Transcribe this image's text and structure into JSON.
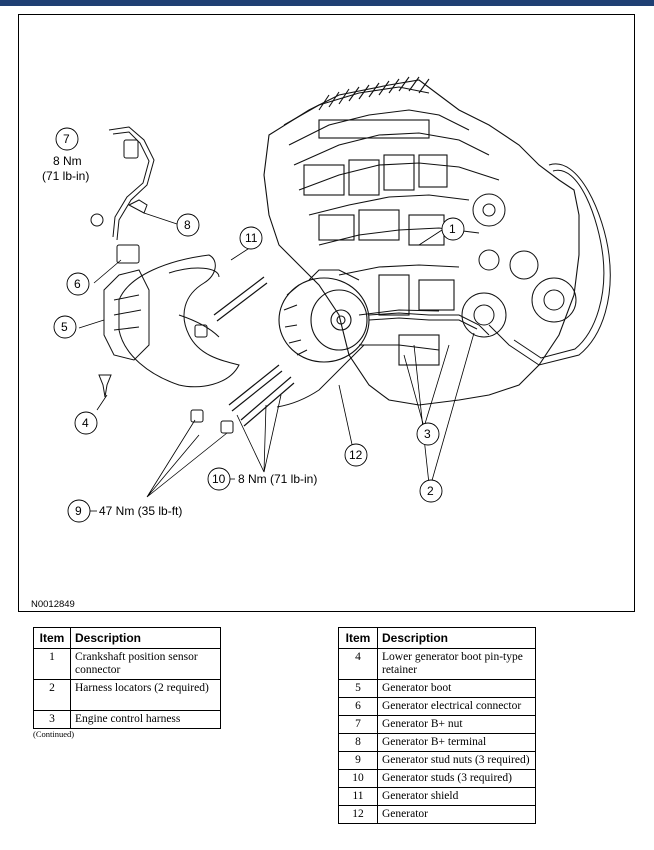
{
  "figure": {
    "id": "N0012849",
    "callouts": [
      {
        "num": "1"
      },
      {
        "num": "2"
      },
      {
        "num": "3"
      },
      {
        "num": "4"
      },
      {
        "num": "5"
      },
      {
        "num": "6"
      },
      {
        "num": "7"
      },
      {
        "num": "8"
      },
      {
        "num": "9"
      },
      {
        "num": "10"
      },
      {
        "num": "11"
      },
      {
        "num": "12"
      }
    ],
    "torque_7_line1": "8 Nm",
    "torque_7_line2": "(71 lb-in)",
    "torque_10": "8 Nm (71 lb-in)",
    "torque_9": "47 Nm (35 lb-ft)"
  },
  "table_left": {
    "headers": [
      "Item",
      "Description"
    ],
    "rows": [
      {
        "item": "1",
        "desc": "Crankshaft position sensor connector"
      },
      {
        "item": "2",
        "desc": "Harness locators (2 required)"
      },
      {
        "item": "3",
        "desc": "Engine control harness"
      }
    ],
    "note": "(Continued)"
  },
  "table_right": {
    "headers": [
      "Item",
      "Description"
    ],
    "rows": [
      {
        "item": "4",
        "desc": "Lower generator boot pin-type retainer"
      },
      {
        "item": "5",
        "desc": "Generator boot"
      },
      {
        "item": "6",
        "desc": "Generator electrical connector"
      },
      {
        "item": "7",
        "desc": "Generator B+ nut"
      },
      {
        "item": "8",
        "desc": "Generator B+ terminal"
      },
      {
        "item": "9",
        "desc": "Generator stud nuts (3 required)"
      },
      {
        "item": "10",
        "desc": "Generator studs (3 required)"
      },
      {
        "item": "11",
        "desc": "Generator shield"
      },
      {
        "item": "12",
        "desc": "Generator"
      }
    ]
  },
  "colors": {
    "header_bar": "#1f3f73"
  }
}
